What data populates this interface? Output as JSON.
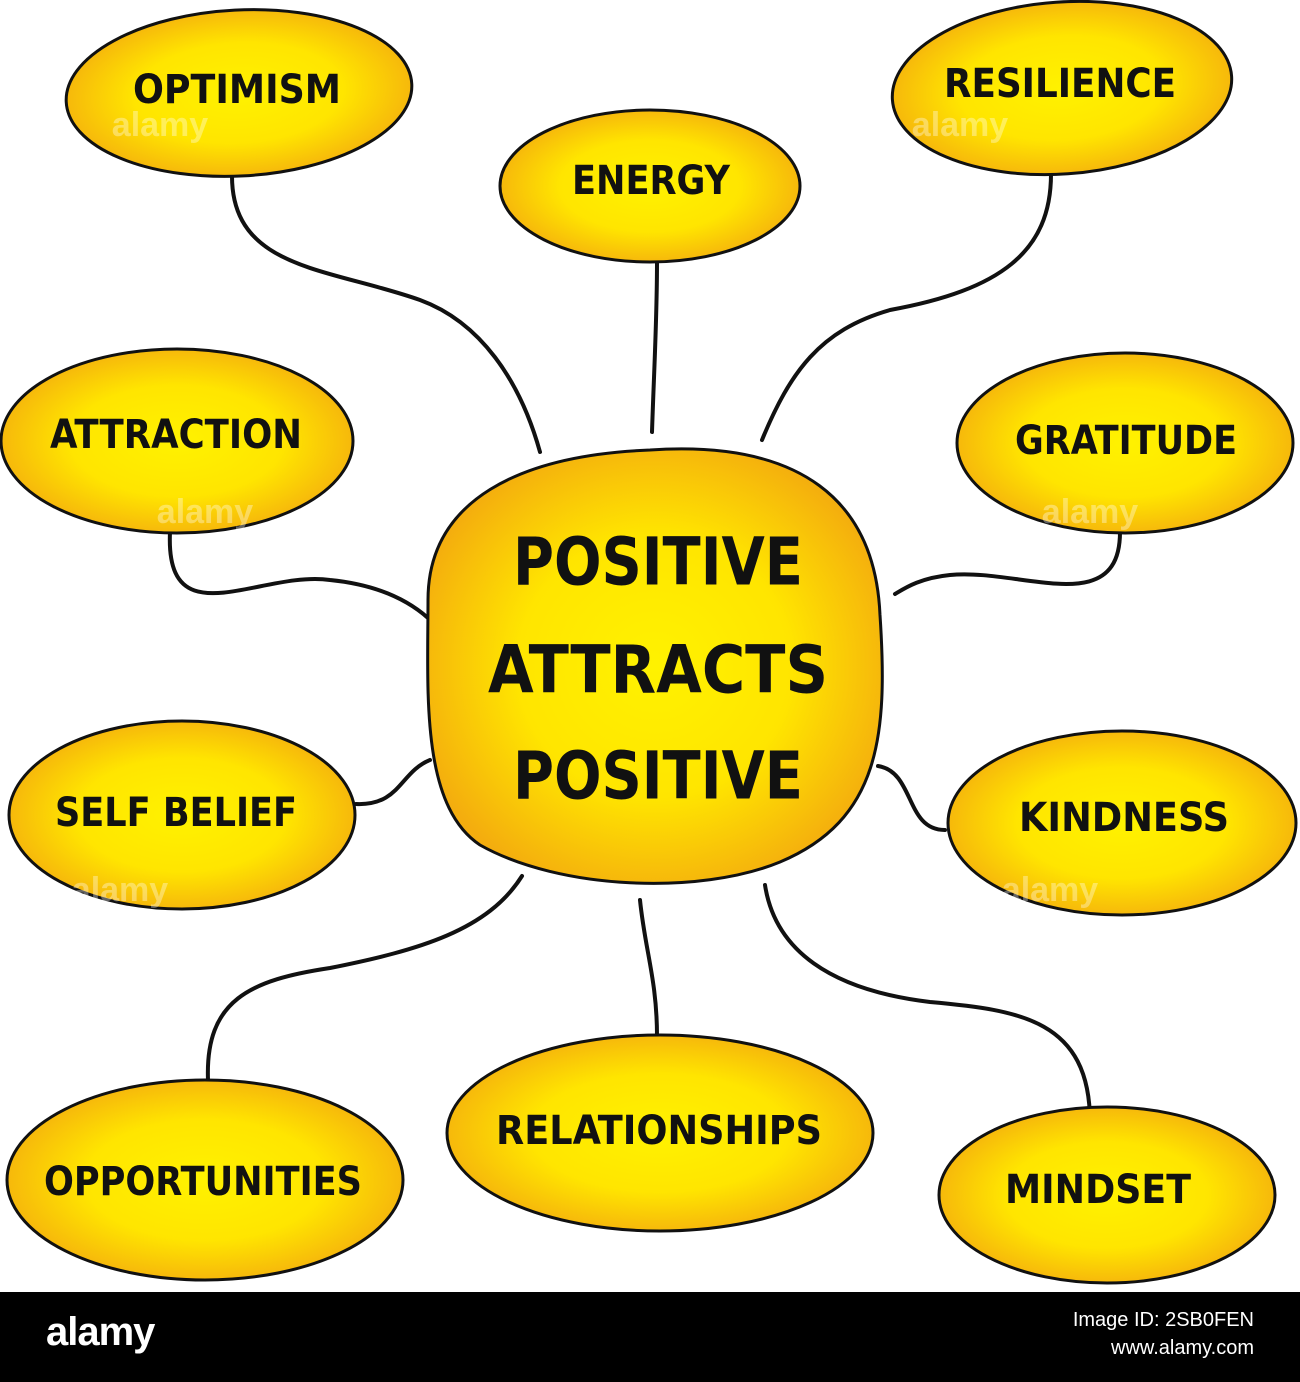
{
  "diagram": {
    "center": {
      "lines": [
        "POSITIVE",
        "ATTRACTS",
        "POSITIVE"
      ]
    },
    "nodes": [
      {
        "label": "OPTIMISM"
      },
      {
        "label": "ENERGY"
      },
      {
        "label": "RESILIENCE"
      },
      {
        "label": "ATTRACTION"
      },
      {
        "label": "GRATITUDE"
      },
      {
        "label": "SELF BELIEF"
      },
      {
        "label": "KINDNESS"
      },
      {
        "label": "OPPORTUNITIES"
      },
      {
        "label": "RELATIONSHIPS"
      },
      {
        "label": "MINDSET"
      }
    ],
    "colors": {
      "fill_edge": "#f4ad0e",
      "fill_core": "#fff200",
      "outline": "#111111"
    },
    "watermark": "alamy"
  },
  "footer": {
    "logo": "alamy",
    "image_id": "Image ID: 2SB0FEN",
    "site": "www.alamy.com"
  }
}
